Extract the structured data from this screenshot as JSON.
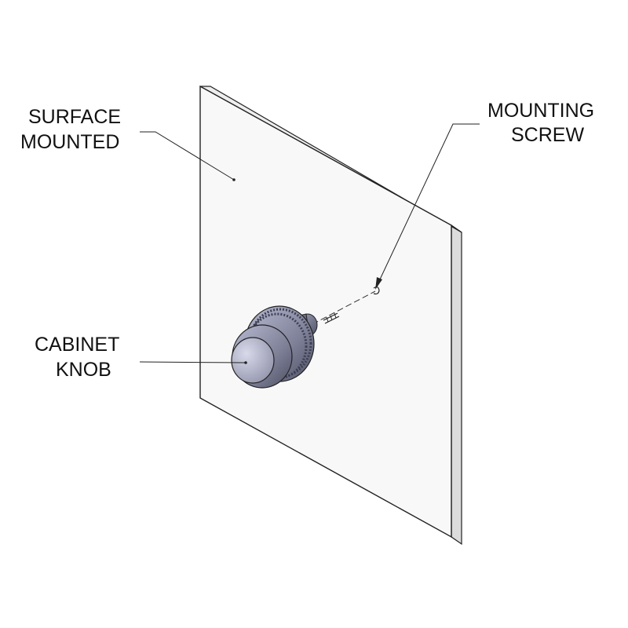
{
  "labels": {
    "surface": [
      "SURFACE",
      "MOUNTED"
    ],
    "screw": [
      "MOUNTING",
      "SCREW"
    ],
    "knob": [
      "CABINET",
      "KNOB"
    ]
  },
  "colors": {
    "line": "#222222",
    "panel_face": "#f8f8f8",
    "panel_edge": "#dcdcdc",
    "knob_light": "#c9cbe0",
    "knob_mid": "#9a9cb4",
    "knob_dark": "#55576c",
    "text": "#111111"
  }
}
